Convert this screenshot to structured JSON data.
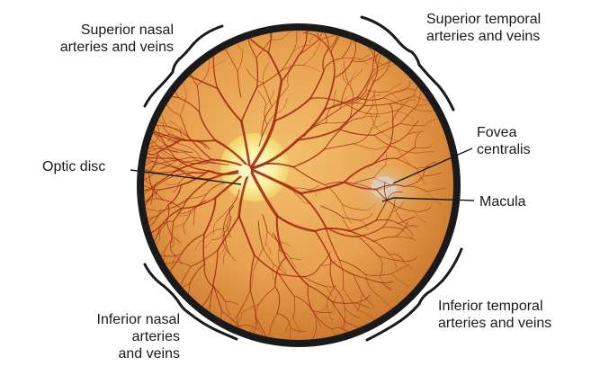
{
  "diagram": {
    "colors": {
      "retina_center": "#f3c16e",
      "retina_mid": "#e7a04f",
      "retina_edge": "#c9762c",
      "vessel": "#a32a12",
      "disc": "#fbf3a3",
      "rim": "#1a1a1a",
      "label_text": "#1a1a1a"
    },
    "labels": {
      "superior_nasal": [
        "Superior nasal",
        "arteries and veins"
      ],
      "superior_temporal": [
        "Superior temporal",
        "arteries and veins"
      ],
      "optic_disc": [
        "Optic disc"
      ],
      "fovea": [
        "Fovea",
        "centralis"
      ],
      "macula": [
        "Macula"
      ],
      "inferior_nasal": [
        "Inferior nasal",
        "arteries",
        "and veins"
      ],
      "inferior_temporal": [
        "Inferior temporal",
        "arteries and veins"
      ]
    }
  }
}
